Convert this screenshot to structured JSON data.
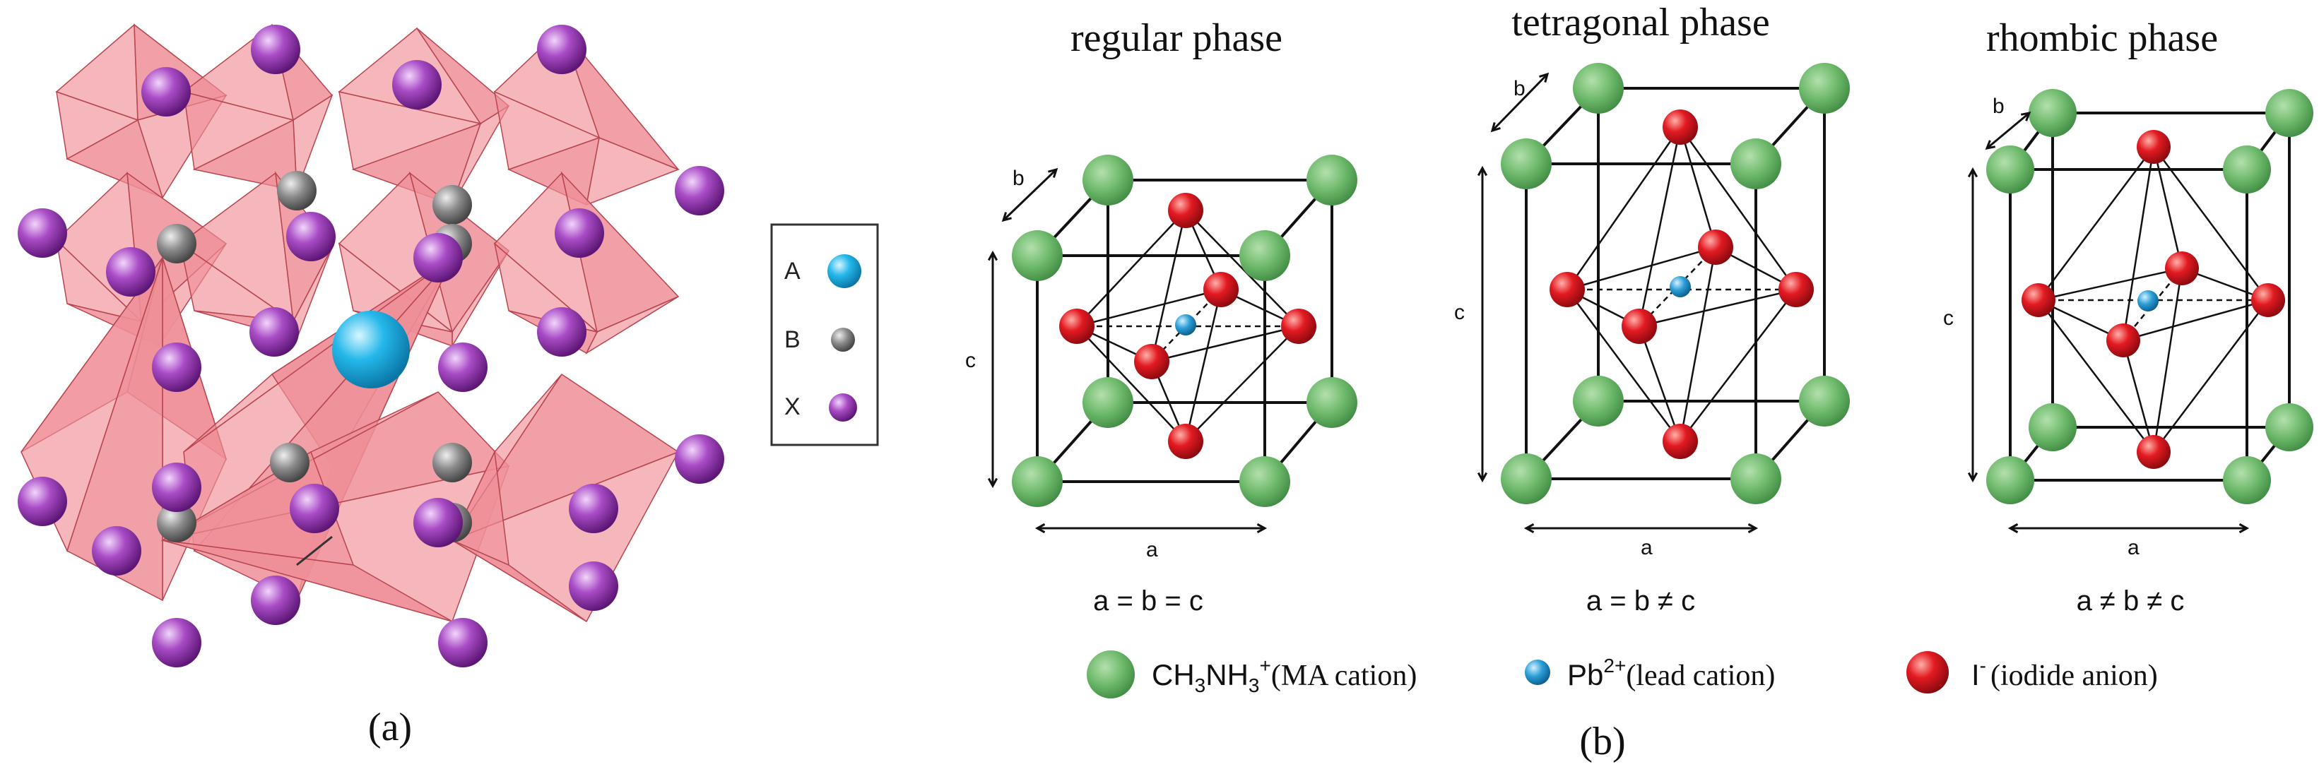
{
  "panel_a": {
    "caption": "(a)",
    "key": [
      {
        "label": "A",
        "color": "#22b7e6"
      },
      {
        "label": "B",
        "color": "#7d7d7d"
      },
      {
        "label": "X",
        "color": "#8e2fa8"
      }
    ],
    "octahedron_color": "#ef8f98"
  },
  "panel_b": {
    "caption": "(b)",
    "phases": [
      {
        "title": "regular phase",
        "relation": "a = b = c",
        "axis_a": "a",
        "axis_b": "b",
        "axis_c": "c"
      },
      {
        "title": "tetragonal phase",
        "relation": "a = b ≠ c",
        "axis_a": "a",
        "axis_b": "b",
        "axis_c": "c"
      },
      {
        "title": "rhombic phase",
        "relation": "a ≠ b ≠ c",
        "axis_a": "a",
        "axis_b": "b",
        "axis_c": "c"
      }
    ],
    "legend": {
      "ma": {
        "formula_1": "CH",
        "sub_1": "3",
        "formula_2": "NH",
        "sub_2": "3",
        "sup": "+",
        "desc": "(MA cation)",
        "color": "#6cb86a"
      },
      "pb": {
        "formula": "Pb",
        "sup": "2+",
        "desc": "(lead cation)",
        "color": "#2a9ed6"
      },
      "i": {
        "formula": "I",
        "sup": "-",
        "desc": "(iodide anion)",
        "color": "#e0141c"
      }
    }
  }
}
